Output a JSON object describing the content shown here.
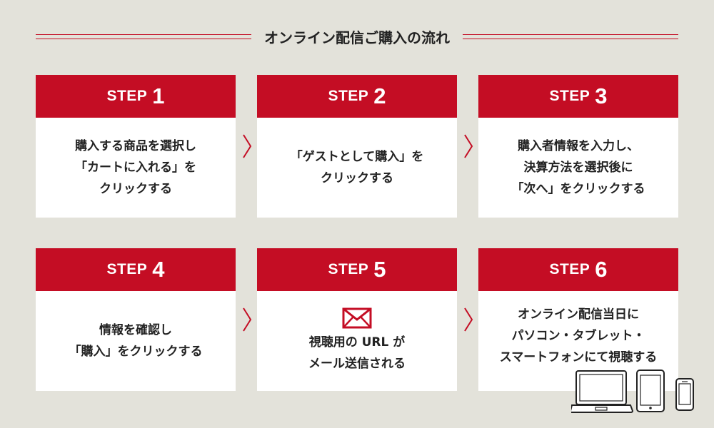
{
  "title": "オンライン配信ご購入の流れ",
  "step_word": "STEP",
  "steps": [
    {
      "number": "1",
      "lines": [
        "購入する商品を選択し",
        "「カートに入れる」を",
        "クリックする"
      ]
    },
    {
      "number": "2",
      "lines": [
        "「ゲストとして購入」を",
        "クリックする"
      ]
    },
    {
      "number": "3",
      "lines": [
        "購入者情報を入力し、",
        "決算方法を選択後に",
        "「次へ」をクリックする"
      ]
    },
    {
      "number": "4",
      "lines": [
        "情報を確認し",
        "「購入」をクリックする"
      ]
    },
    {
      "number": "5",
      "lines": [
        "視聴用の URL が",
        "メール送信される"
      ],
      "icon": "mail-icon"
    },
    {
      "number": "6",
      "lines": [
        "オンライン配信当日に",
        "パソコン・タブレット・",
        "スマートフォンにて視聴する"
      ],
      "icon": "laptop-tablet-phone-icons"
    }
  ],
  "colors": {
    "accent": "#c40d24",
    "background": "#e3e2da",
    "card": "#ffffff"
  }
}
